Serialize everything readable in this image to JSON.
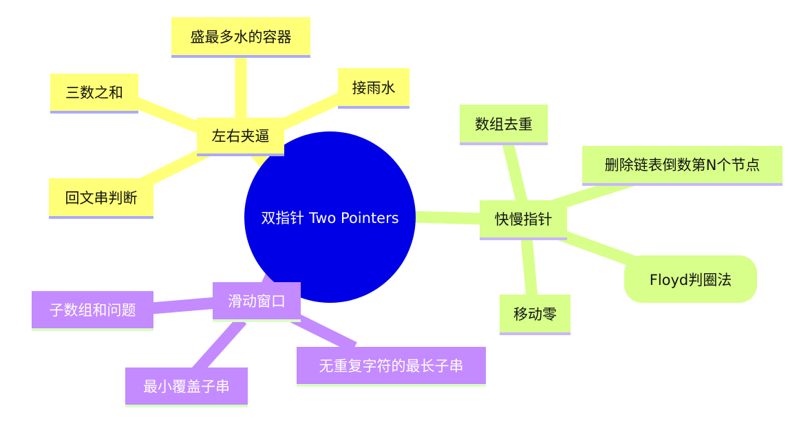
{
  "root": {
    "label": "双指针 Two Pointers",
    "color": "#0000e6"
  },
  "colors": {
    "yellow": "#ffff78",
    "green": "#d7ff89",
    "purple": "#c48aff"
  },
  "branches": {
    "left_right": {
      "label": "左右夹逼",
      "children": [
        "盛最多水的容器",
        "三数之和",
        "接雨水",
        "回文串判断"
      ]
    },
    "fast_slow": {
      "label": "快慢指针",
      "children": [
        "数组去重",
        "删除链表倒数第N个节点",
        "Floyd判圈法",
        "移动零"
      ]
    },
    "sliding_window": {
      "label": "滑动窗口",
      "children": [
        "子数组和问题",
        "最小覆盖子串",
        "无重复字符的最长子串"
      ]
    }
  }
}
